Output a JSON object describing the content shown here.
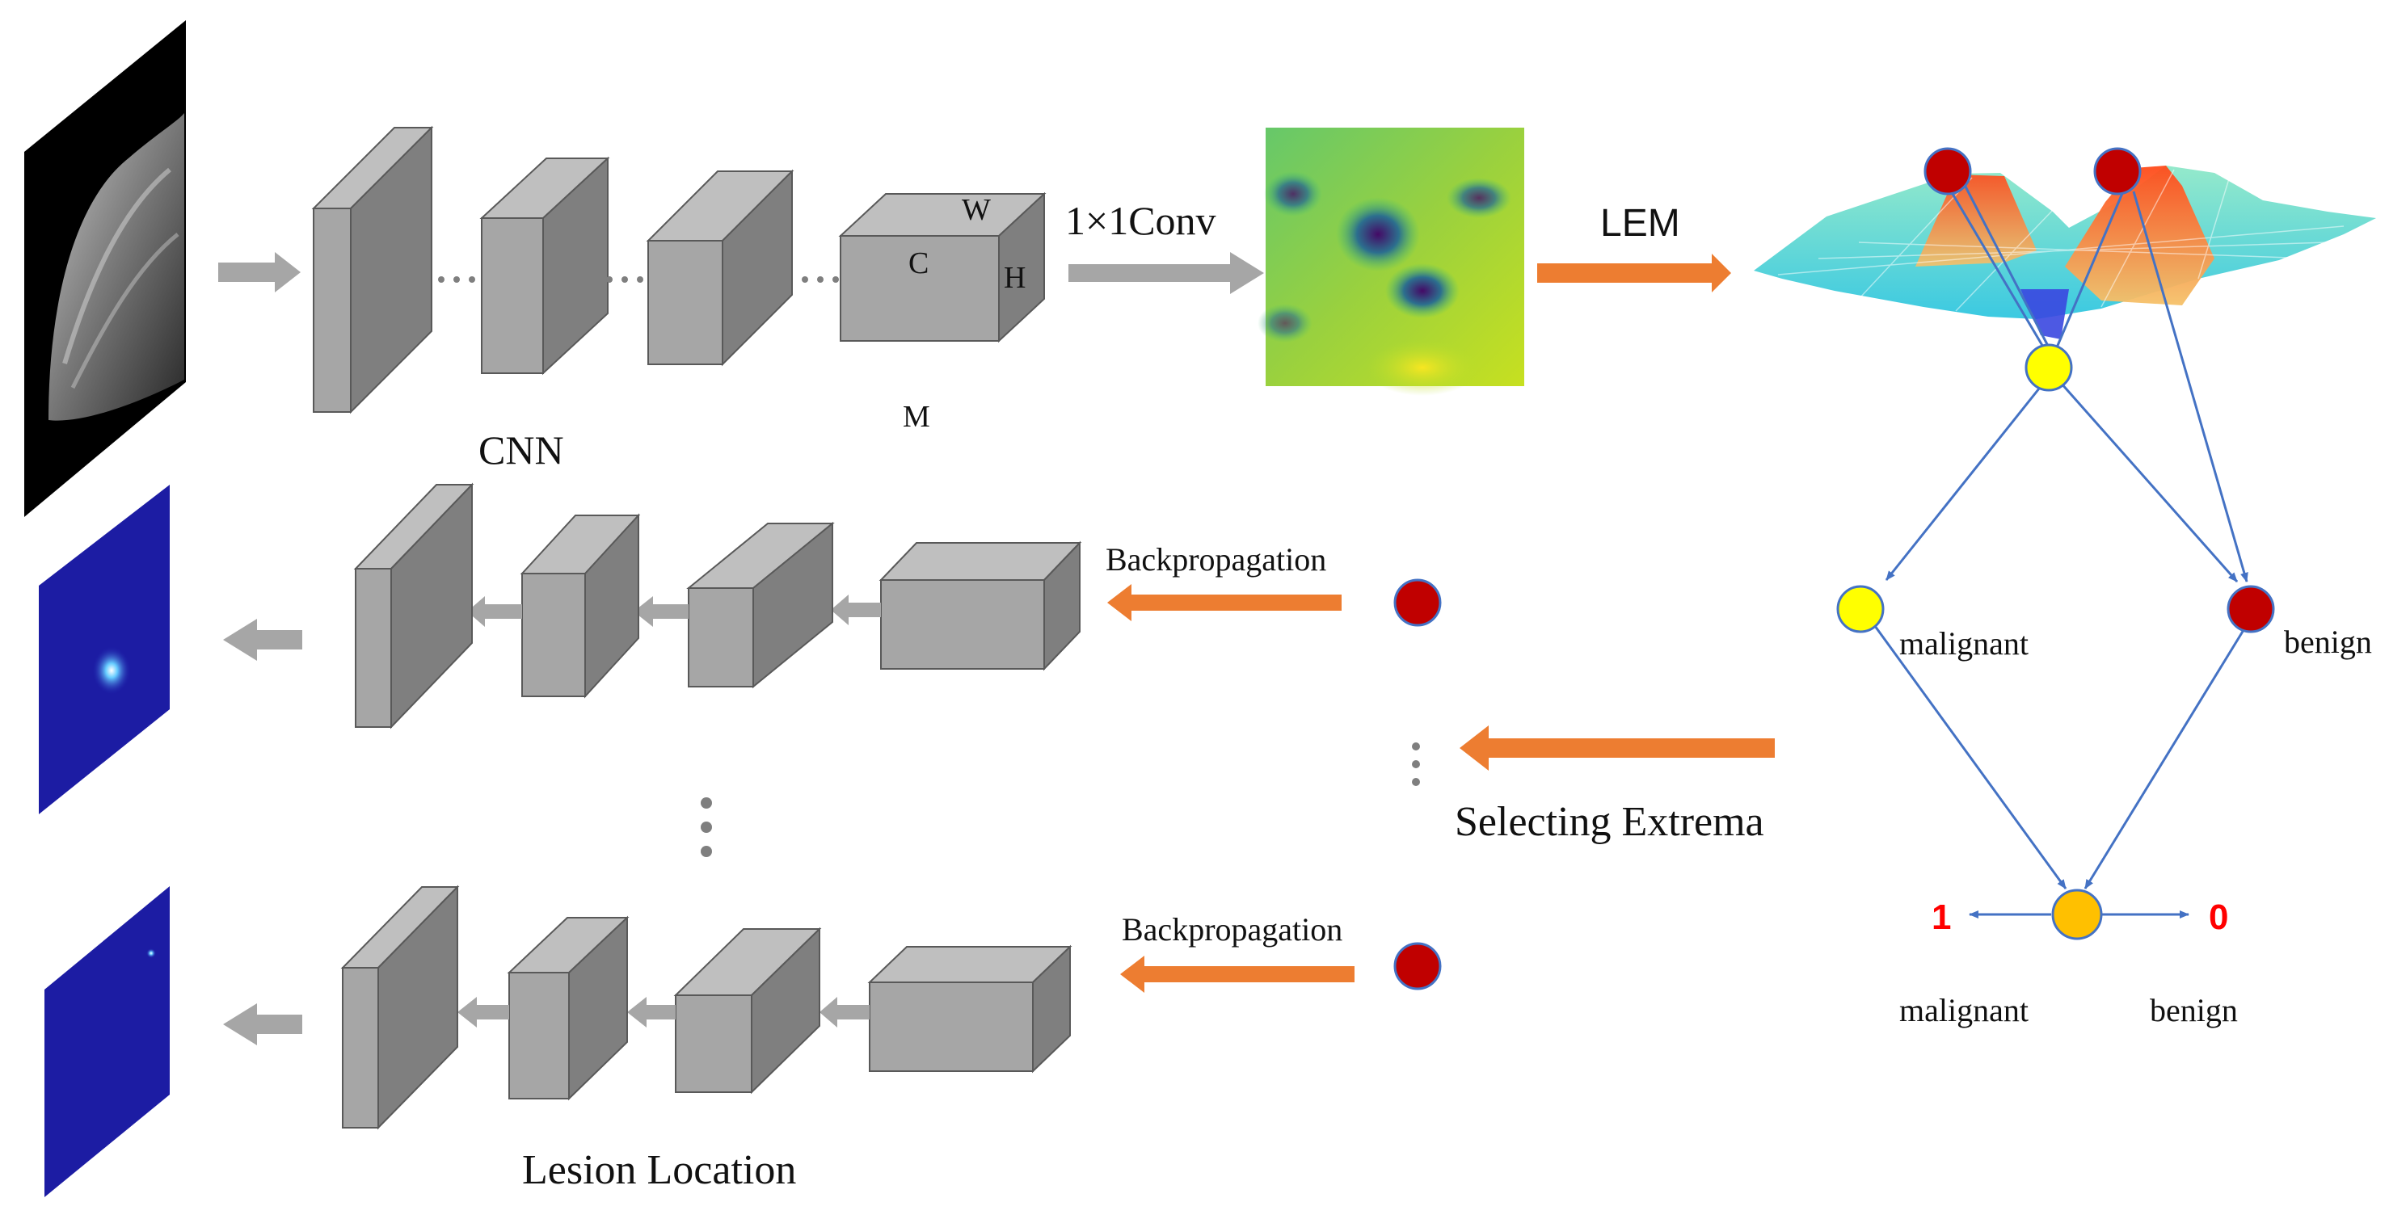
{
  "labels": {
    "cnn": "CNN",
    "feature_w": "W",
    "feature_c": "C",
    "feature_h": "H",
    "feature_m": "M",
    "conv": "1×1Conv",
    "lem": "LEM",
    "backprop_top": "Backpropagation",
    "backprop_bottom": "Backpropagation",
    "selecting_extrema": "Selecting Extrema",
    "lesion_location": "Lesion Location",
    "malignant_mid": "malignant",
    "benign_mid": "benign",
    "out_one": "1",
    "out_zero": "0",
    "malignant_bottom": "malignant",
    "benign_bottom": "benign"
  },
  "colors": {
    "gray_arrow": "#a6a6a6",
    "orange_arrow": "#ed7d31",
    "blue_line": "#4472c4",
    "red_node": "#c00000",
    "yellow_node": "#ffff00",
    "orange_node": "#ffc000",
    "output_text": "#ff0000",
    "block_front": "#a6a6a6",
    "block_top": "#bfbfbf",
    "block_side": "#7f7f7f"
  }
}
